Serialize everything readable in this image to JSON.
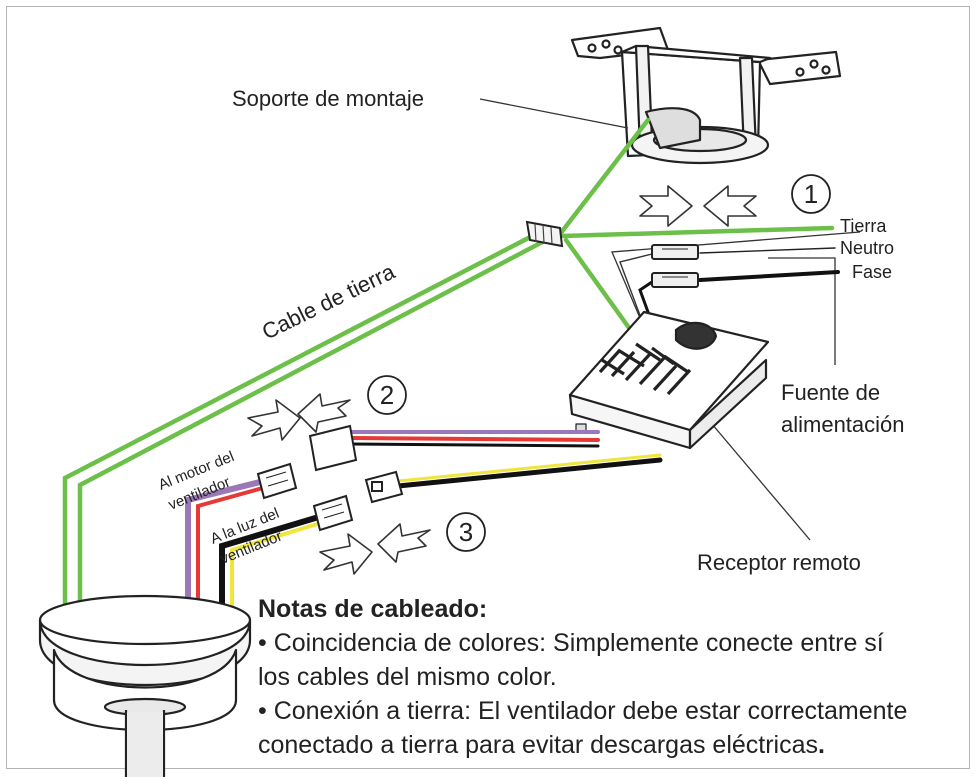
{
  "labels": {
    "mounting_bracket": "Soporte de montaje",
    "ground_cable": "Cable de tierra",
    "earth": "Tierra",
    "neutral": "Neutro",
    "phase": "Fase",
    "power_supply_line1": "Fuente de",
    "power_supply_line2": "alimentación",
    "remote_receiver": "Receptor remoto",
    "to_fan_motor_line1": "Al motor del",
    "to_fan_motor_line2": "ventilador",
    "to_fan_light_line1": "A la luz del",
    "to_fan_light_line2": "ventilador"
  },
  "steps": [
    "1",
    "2",
    "3"
  ],
  "notes": {
    "title": "Notas de cableado:",
    "line1": "• Coincidencia de colores: Simplemente conecte entre sí",
    "line2": "los cables del mismo color.",
    "line3": "• Conexión a tierra: El ventilador debe estar correctamente",
    "line4_main": "conectado a tierra para evitar descargas eléctricas",
    "line4_end": "."
  },
  "colors": {
    "ground_wire": "#6cc04a",
    "purple_wire": "#9b78b8",
    "red_wire": "#e53935",
    "yellow_wire": "#f0e53a",
    "black_wire": "#111111",
    "outline": "#222222"
  }
}
